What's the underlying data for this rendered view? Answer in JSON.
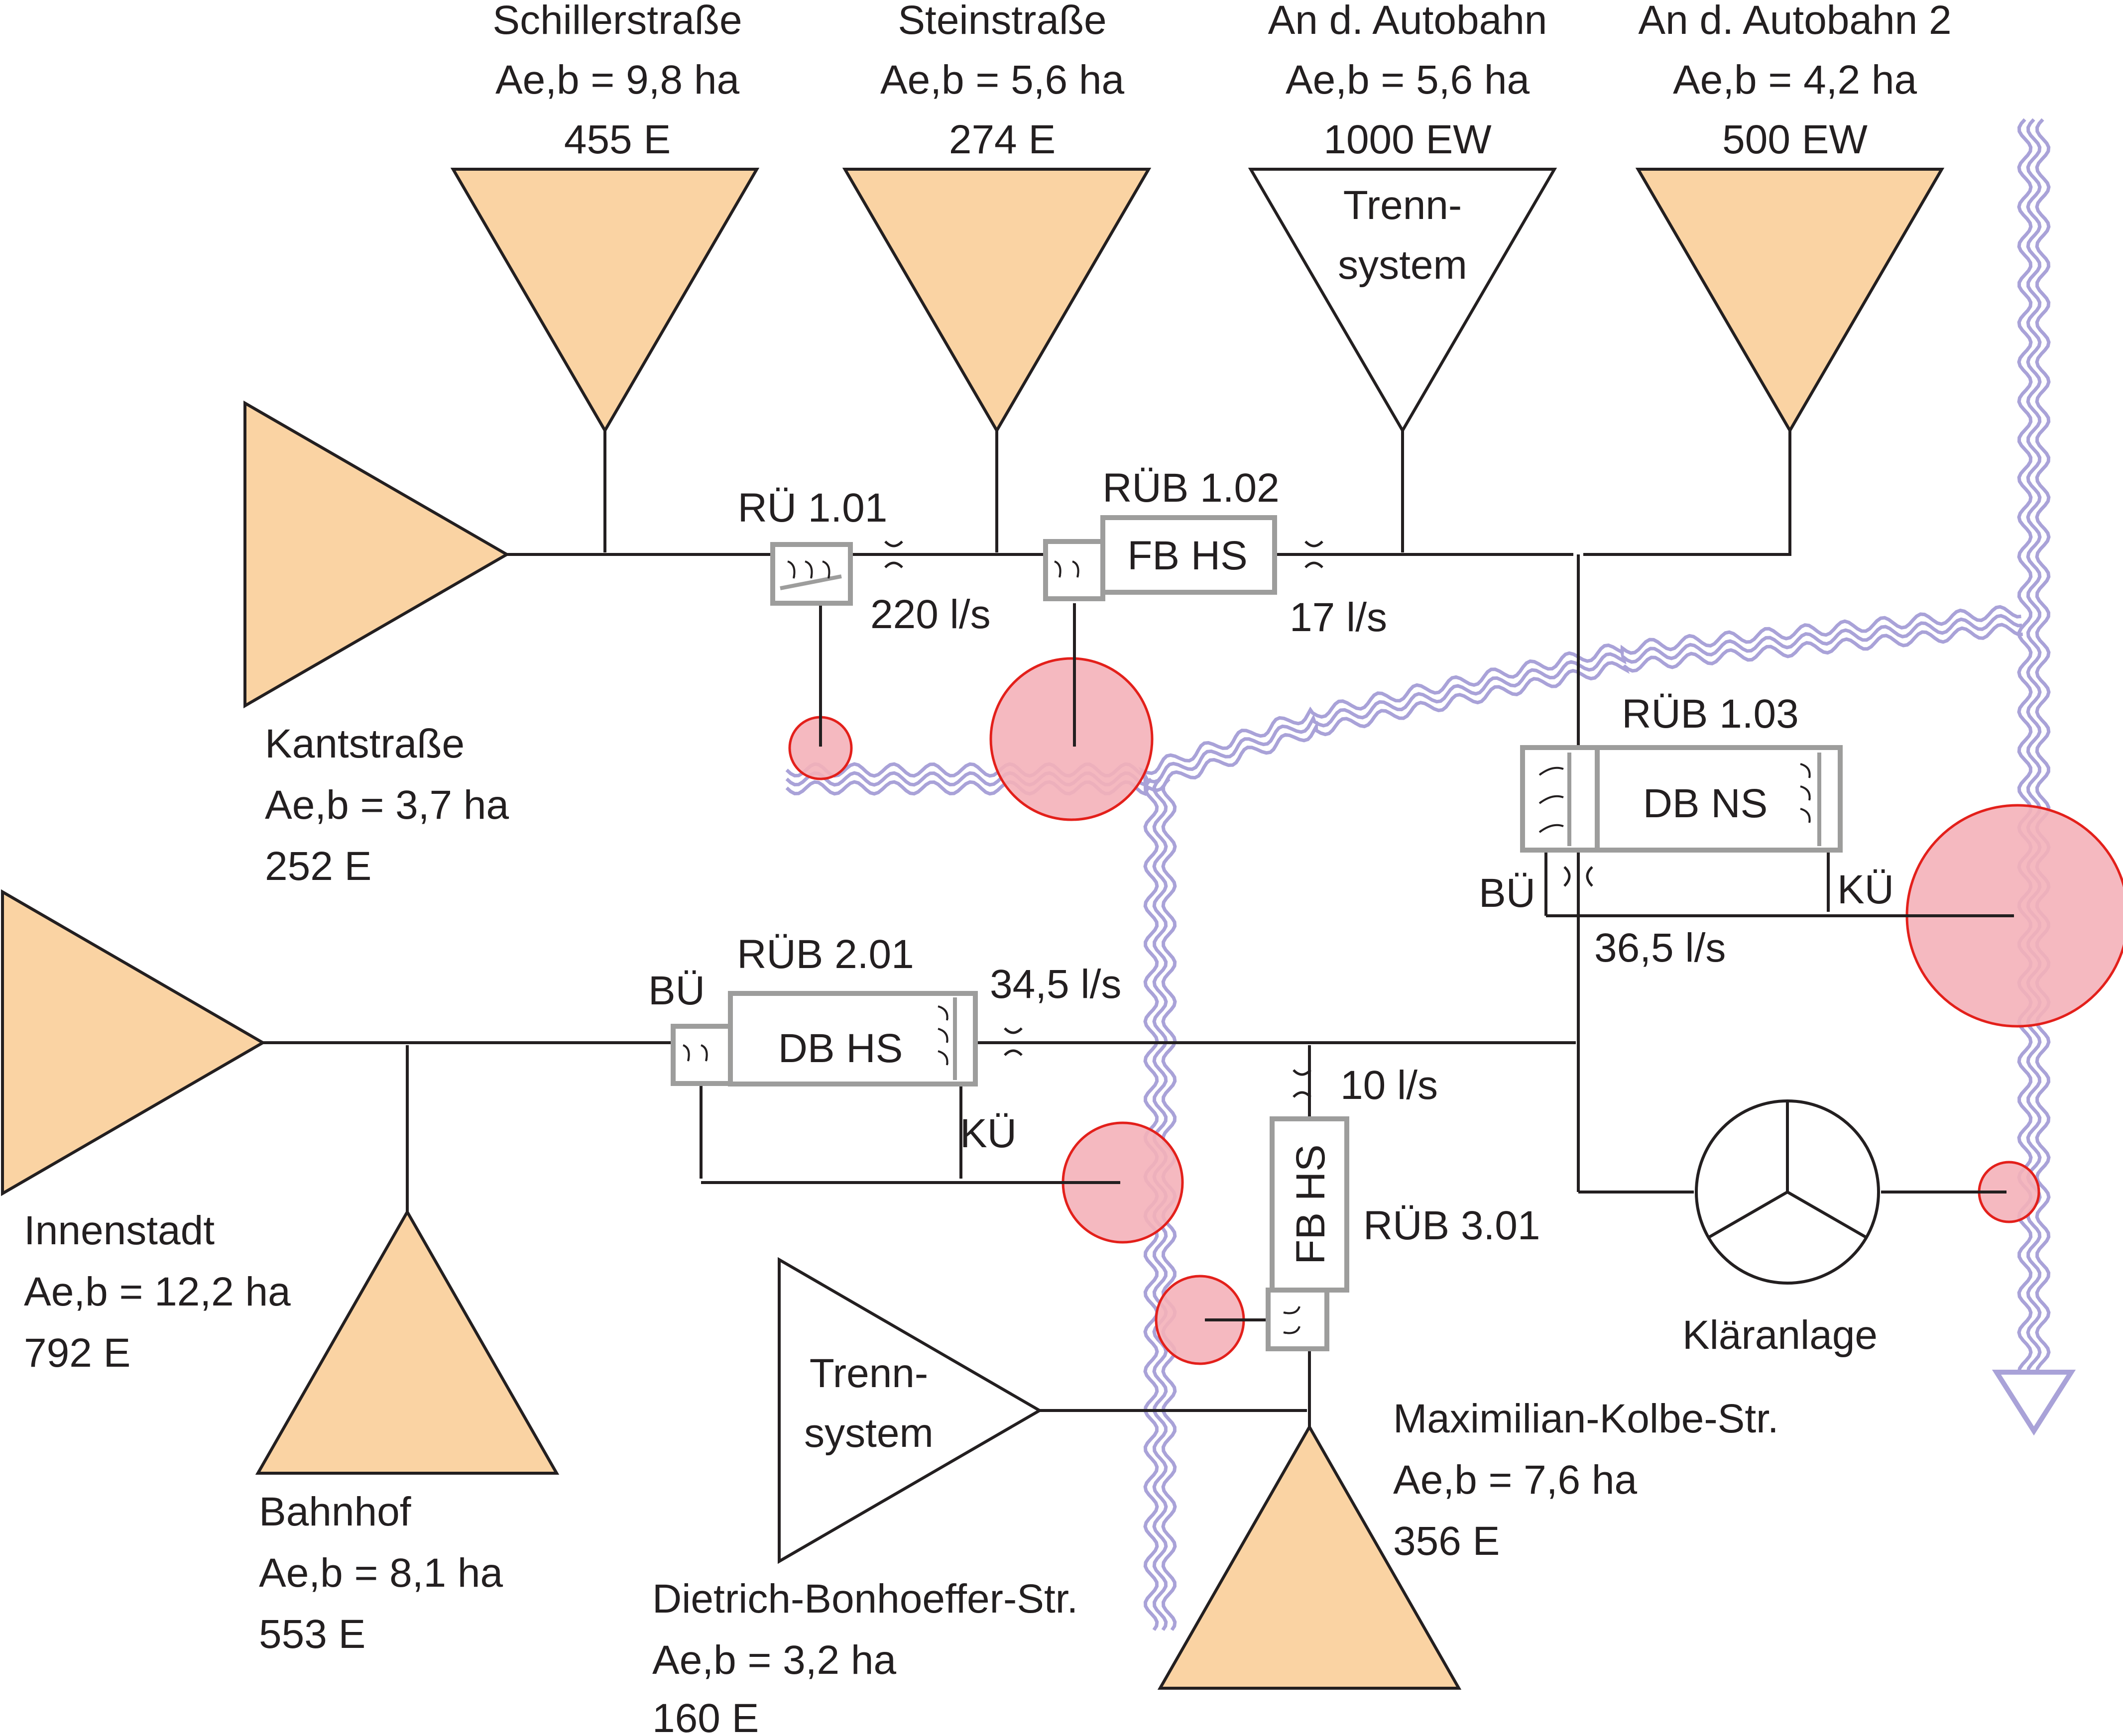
{
  "colors": {
    "catchment_fill": "#fad3a3",
    "river": "#a9a2d8",
    "discharge_fill": "#f4b1b9",
    "discharge_stroke": "#e3201b",
    "structure_stroke": "#9d9d9c",
    "line": "#231f20"
  },
  "catchments": {
    "schiller": {
      "name": "Schillerstraße",
      "area": "Ae,b = 9,8 ha",
      "pop": "455 E"
    },
    "stein": {
      "name": "Steinstraße",
      "area": "Ae,b = 5,6 ha",
      "pop": "274 E"
    },
    "autobahn": {
      "name": "An d. Autobahn",
      "area": "Ae,b = 5,6 ha",
      "pop": "1000 EW",
      "system_1": "Trenn-",
      "system_2": "system"
    },
    "autobahn2": {
      "name": "An d. Autobahn 2",
      "area": "Ae,b = 4,2 ha",
      "pop": "500 EW"
    },
    "kant": {
      "name": "Kantstraße",
      "area": "Ae,b = 3,7 ha",
      "pop": "252 E"
    },
    "innenstadt": {
      "name": "Innenstadt",
      "area": "Ae,b = 12,2 ha",
      "pop": "792 E"
    },
    "bahnhof": {
      "name": "Bahnhof",
      "area": "Ae,b = 8,1 ha",
      "pop": "553 E"
    },
    "bonhoeffer": {
      "name": "Dietrich-Bonhoeffer-Str.",
      "area": "Ae,b = 3,2 ha",
      "pop": "160 E",
      "system_1": "Trenn-",
      "system_2": "system"
    },
    "kolbe": {
      "name": "Maximilian-Kolbe-Str.",
      "area": "Ae,b = 7,6 ha",
      "pop": "356 E"
    }
  },
  "structures": {
    "ru101": {
      "label": "RÜ 1.01",
      "flow": "220 l/s"
    },
    "rub102": {
      "label": "RÜB 1.02",
      "box": "FB HS",
      "flow": "17 l/s"
    },
    "rub103": {
      "label": "RÜB 1.03",
      "box": "DB NS",
      "bu": "BÜ",
      "ku": "KÜ",
      "flow": "36,5 l/s"
    },
    "rub201": {
      "label": "RÜB 2.01",
      "box": "DB HS",
      "bu": "BÜ",
      "ku": "KÜ",
      "flow": "34,5 l/s"
    },
    "rub301": {
      "label": "RÜB 3.01",
      "box": "FB HS",
      "flow": "10 l/s"
    }
  },
  "plant": {
    "label": "Kläranlage"
  }
}
